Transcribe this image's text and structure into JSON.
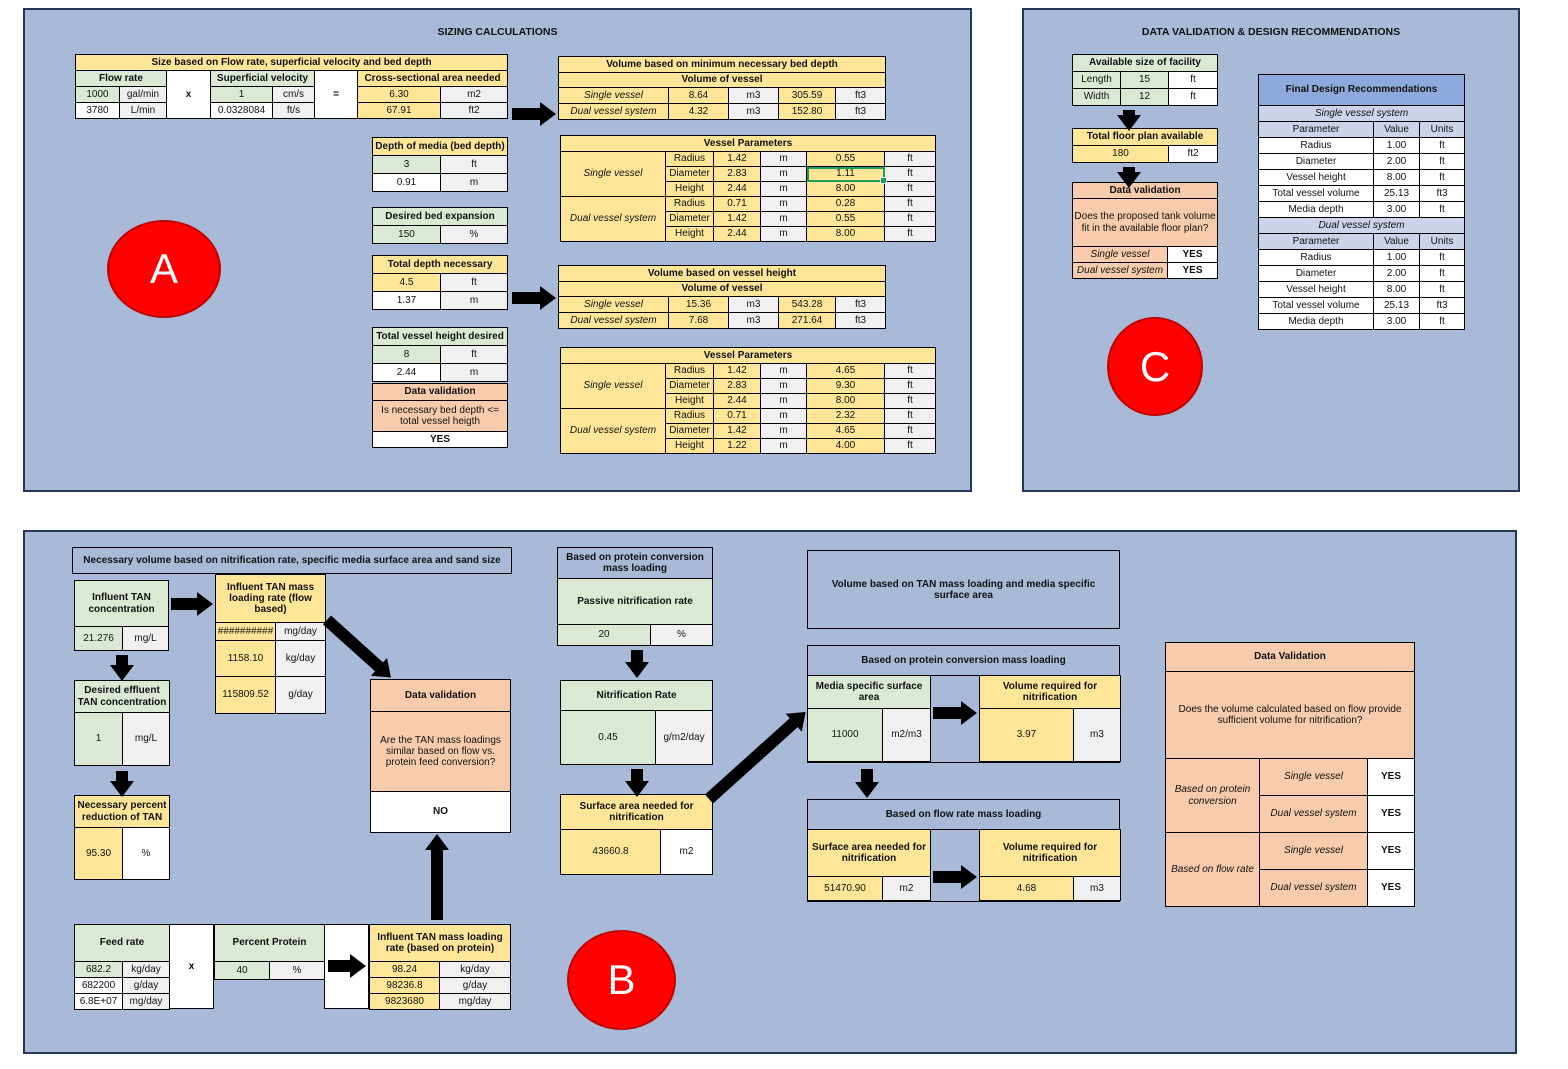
{
  "panelA": {
    "title": "SIZING CALCULATIONS",
    "badge": "A",
    "flow": {
      "header": "Size based on Flow rate, superficial velocity and bed depth",
      "flowRateLabel": "Flow rate",
      "times": "x",
      "velocityLabel": "Superficial velocity",
      "equals": "=",
      "areaLabel": "Cross-sectional area needed",
      "flowRate": [
        [
          "1000",
          "gal/min"
        ],
        [
          "3780",
          "L/min"
        ]
      ],
      "velocity": [
        [
          "1",
          "cm/s"
        ],
        [
          "0.0328084",
          "ft/s"
        ]
      ],
      "area": [
        [
          "6.30",
          "m2"
        ],
        [
          "67.91",
          "ft2"
        ]
      ]
    },
    "depthMedia": {
      "label": "Depth of media (bed depth)",
      "rows": [
        [
          "3",
          "ft"
        ],
        [
          "0.91",
          "m"
        ]
      ]
    },
    "bedExpansion": {
      "label": "Desired bed expansion",
      "rows": [
        [
          "150",
          "%"
        ]
      ]
    },
    "totalDepth": {
      "label": "Total depth necessary",
      "rows": [
        [
          "4.5",
          "ft"
        ],
        [
          "1.37",
          "m"
        ]
      ]
    },
    "vesselHeight": {
      "label": "Total vessel height desired",
      "rows": [
        [
          "8",
          "ft"
        ],
        [
          "2.44",
          "m"
        ]
      ]
    },
    "validation": {
      "title": "Data validation",
      "question": "Is necessary bed depth <= total vessel heigth",
      "answer": "YES"
    },
    "volMinBed": {
      "title": "Volume based on minimum necessary bed depth",
      "sub": "Volume of vessel",
      "rows": [
        [
          "Single vessel",
          "8.64",
          "m3",
          "305.59",
          "ft3"
        ],
        [
          "Dual vessel system",
          "4.32",
          "m3",
          "152.80",
          "ft3"
        ]
      ]
    },
    "params1": {
      "title": "Vessel Parameters",
      "groups": [
        {
          "label": "Single vessel",
          "rows": [
            [
              "Radius",
              "1.42",
              "m",
              "0.55",
              "ft"
            ],
            [
              "Diameter",
              "2.83",
              "m",
              "1.11",
              "ft"
            ],
            [
              "Height",
              "2.44",
              "m",
              "8.00",
              "ft"
            ]
          ]
        },
        {
          "label": "Dual vessel system",
          "rows": [
            [
              "Radius",
              "0.71",
              "m",
              "0.28",
              "ft"
            ],
            [
              "Diameter",
              "1.42",
              "m",
              "0.55",
              "ft"
            ],
            [
              "Height",
              "2.44",
              "m",
              "8.00",
              "ft"
            ]
          ]
        }
      ]
    },
    "volHeight": {
      "title": "Volume based on vessel height",
      "sub": "Volume of vessel",
      "rows": [
        [
          "Single vessel",
          "15.36",
          "m3",
          "543.28",
          "ft3"
        ],
        [
          "Dual vessel system",
          "7.68",
          "m3",
          "271.64",
          "ft3"
        ]
      ]
    },
    "params2": {
      "title": "Vessel Parameters",
      "groups": [
        {
          "label": "Single vessel",
          "rows": [
            [
              "Radius",
              "1.42",
              "m",
              "4.65",
              "ft"
            ],
            [
              "Diameter",
              "2.83",
              "m",
              "9.30",
              "ft"
            ],
            [
              "Height",
              "2.44",
              "m",
              "8.00",
              "ft"
            ]
          ]
        },
        {
          "label": "Dual vessel system",
          "rows": [
            [
              "Radius",
              "0.71",
              "m",
              "2.32",
              "ft"
            ],
            [
              "Diameter",
              "1.42",
              "m",
              "4.65",
              "ft"
            ],
            [
              "Height",
              "1.22",
              "m",
              "4.00",
              "ft"
            ]
          ]
        }
      ]
    }
  },
  "panelC": {
    "title": "DATA VALIDATION & DESIGN RECOMMENDATIONS",
    "badge": "C",
    "facility": {
      "title": "Available size of facility",
      "rows": [
        [
          "Length",
          "15",
          "ft"
        ],
        [
          "Width",
          "12",
          "ft"
        ]
      ]
    },
    "floorPlan": {
      "title": "Total floor plan available",
      "value": "180",
      "unit": "ft2"
    },
    "validation": {
      "title": "Data validation",
      "question": "Does the proposed tank volume fit in the available floor plan?",
      "rows": [
        [
          "Single vessel",
          "YES"
        ],
        [
          "Dual vessel system",
          "YES"
        ]
      ]
    },
    "fdr": {
      "title": "Final Design Recommendations",
      "cols": [
        "Parameter",
        "Value",
        "Units"
      ],
      "sections": [
        {
          "label": "Single vessel system",
          "rows": [
            [
              "Radius",
              "1.00",
              "ft"
            ],
            [
              "Diameter",
              "2.00",
              "ft"
            ],
            [
              "Vessel height",
              "8.00",
              "ft"
            ],
            [
              "Total vessel volume",
              "25.13",
              "ft3"
            ],
            [
              "Media depth",
              "3.00",
              "ft"
            ]
          ]
        },
        {
          "label": "Dual vessel system",
          "rows": [
            [
              "Radius",
              "1.00",
              "ft"
            ],
            [
              "Diameter",
              "2.00",
              "ft"
            ],
            [
              "Vessel height",
              "8.00",
              "ft"
            ],
            [
              "Total vessel volume",
              "25.13",
              "ft3"
            ],
            [
              "Media depth",
              "3.00",
              "ft"
            ]
          ]
        }
      ]
    }
  },
  "panelB": {
    "badge": "B",
    "header1": "Necessary volume based on nitrification rate, specific media surface area and sand size",
    "influent": {
      "label": "Influent TAN concentration",
      "value": "21.276",
      "unit": "mg/L"
    },
    "tanFlow": {
      "label": "Influent TAN mass loading rate (flow based)",
      "rows": [
        [
          "##########",
          "mg/day"
        ],
        [
          "1158.10",
          "kg/day"
        ],
        [
          "115809.52",
          "g/day"
        ]
      ]
    },
    "effluent": {
      "label": "Desired effluent TAN concentration",
      "value": "1",
      "unit": "mg/L"
    },
    "reduction": {
      "label": "Necessary percent reduction of TAN",
      "value": "95.30",
      "unit": "%"
    },
    "validation1": {
      "title": "Data validation",
      "question": "Are the TAN mass loadings similar based on flow vs. protein feed conversion?",
      "answer": "NO"
    },
    "feedRate": {
      "label": "Feed rate",
      "rows": [
        [
          "682.2",
          "kg/day"
        ],
        [
          "682200",
          "g/day"
        ],
        [
          "6.8E+07",
          "mg/day"
        ]
      ]
    },
    "times": "x",
    "protein": {
      "label": "Percent Protein",
      "value": "40",
      "unit": "%"
    },
    "tanProtein": {
      "label": "Influent TAN mass loading rate (based on protein)",
      "rows": [
        [
          "98.24",
          "kg/day"
        ],
        [
          "98236.8",
          "g/day"
        ],
        [
          "9823680",
          "mg/day"
        ]
      ]
    },
    "protBox": {
      "title": "Based on protein conversion mass loading",
      "label": "Passive nitrification rate",
      "value": "20",
      "unit": "%"
    },
    "nitrRate": {
      "label": "Nitrification Rate",
      "value": "0.45",
      "unit": "g/m2/day"
    },
    "surfArea": {
      "label": "Surface area needed for nitrification",
      "value": "43660.8",
      "unit": "m2"
    },
    "header3": "Volume based on TAN mass loading and media specific surface area",
    "protConv": {
      "title": "Based on protein conversion mass loading",
      "media": {
        "label": "Media specific surface area",
        "value": "11000",
        "unit": "m2/m3"
      },
      "volume": {
        "label": "Volume required for nitrification",
        "value": "3.97",
        "unit": "m3"
      }
    },
    "flowLoad": {
      "title": "Based on flow rate mass loading",
      "surface": {
        "label": "Surface area needed for nitrification",
        "value": "51470.90",
        "unit": "m2"
      },
      "volume": {
        "label": "Volume required for nitrification",
        "value": "4.68",
        "unit": "m3"
      }
    },
    "validation2": {
      "title": "Data Validation",
      "question": "Does the volume calculated based on flow provide sufficient volume for nitrification?",
      "groups": [
        {
          "label": "Based on protein conversion",
          "rows": [
            [
              "Single vessel",
              "YES"
            ],
            [
              "Dual vessel system",
              "YES"
            ]
          ]
        },
        {
          "label": "Based on flow rate",
          "rows": [
            [
              "Single vessel",
              "YES"
            ],
            [
              "Dual vessel system",
              "YES"
            ]
          ]
        }
      ]
    }
  }
}
